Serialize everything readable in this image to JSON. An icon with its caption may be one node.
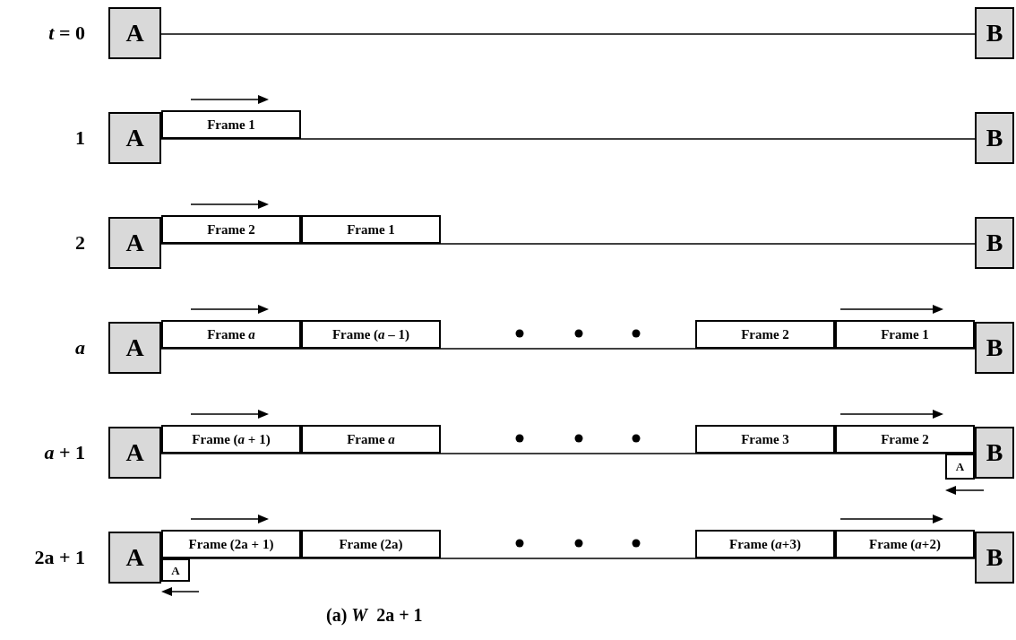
{
  "diagram": {
    "caption": "(a) *W*  2a + 1",
    "nodes": [
      {
        "text": [
          "A"
        ]
      },
      {
        "text": [
          "B"
        ]
      },
      {
        "text": [
          "A"
        ]
      },
      {
        "text": [
          "Frame 1"
        ]
      },
      {
        "text": [
          "B"
        ]
      },
      {
        "text": [
          "A"
        ]
      },
      {
        "text": [
          "Frame 2"
        ]
      },
      {
        "text": [
          "Frame 1"
        ]
      },
      {
        "text": [
          "B"
        ]
      },
      {
        "text": [
          "A"
        ]
      },
      {
        "text": [
          "Frame *a*"
        ]
      },
      {
        "text": [
          "Frame (*a* – 1)"
        ]
      },
      {
        "text": [
          "Frame 2"
        ]
      },
      {
        "text": [
          "Frame 1"
        ]
      },
      {
        "text": [
          "B"
        ]
      },
      {
        "text": [
          "A"
        ]
      },
      {
        "text": [
          "Frame (*a* + 1)"
        ]
      },
      {
        "text": [
          "Frame *a*"
        ]
      },
      {
        "text": [
          "Frame 3"
        ]
      },
      {
        "text": [
          "Frame 2"
        ]
      },
      {
        "text": [
          "A"
        ]
      },
      {
        "text": [
          "B"
        ]
      },
      {
        "text": [
          "A"
        ]
      },
      {
        "text": [
          "Frame (2a + 1)"
        ]
      },
      {
        "text": [
          "Frame (2a)"
        ]
      },
      {
        "text": [
          "Frame (*a*+3)"
        ]
      },
      {
        "text": [
          "Frame (*a*+2)"
        ]
      },
      {
        "text": [
          "A"
        ]
      },
      {
        "text": [
          "B"
        ]
      }
    ],
    "edges": [
      {
        "from": 0,
        "to": 1,
        "arrow": "none"
      },
      {
        "from": 2,
        "to": 4,
        "arrow": "none"
      },
      {
        "from": 5,
        "to": 8,
        "arrow": "none"
      },
      {
        "from": 9,
        "to": 14,
        "arrow": "none"
      },
      {
        "from": 15,
        "to": 21,
        "arrow": "none"
      },
      {
        "from": 22,
        "to": 28,
        "arrow": "none"
      }
    ],
    "labels": [
      "*t* = 0",
      "1",
      "2",
      "*a*",
      "*a* + 1",
      "2a + 1"
    ]
  }
}
